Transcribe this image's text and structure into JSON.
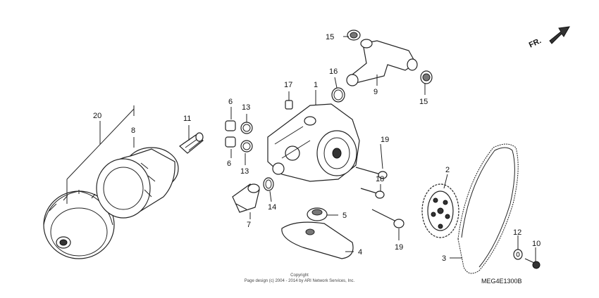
{
  "diagram": {
    "labels": {
      "p1": "1",
      "p2": "2",
      "p3": "3",
      "p4": "4",
      "p5": "5",
      "p6a": "6",
      "p6b": "6",
      "p7": "7",
      "p8": "8",
      "p9": "9",
      "p10": "10",
      "p11": "11",
      "p12": "12",
      "p13a": "13",
      "p13b": "13",
      "p14": "14",
      "p15a": "15",
      "p15b": "15",
      "p16": "16",
      "p17": "17",
      "p18": "18",
      "p19a": "19",
      "p19b": "19",
      "p20": "20"
    },
    "front_arrow": "FR.",
    "copyright_line1": "Copyright",
    "copyright_line2": "Page design (c) 2004 - 2014 by ARI Network Services, Inc.",
    "diagram_code": "MEG4E1300B"
  }
}
